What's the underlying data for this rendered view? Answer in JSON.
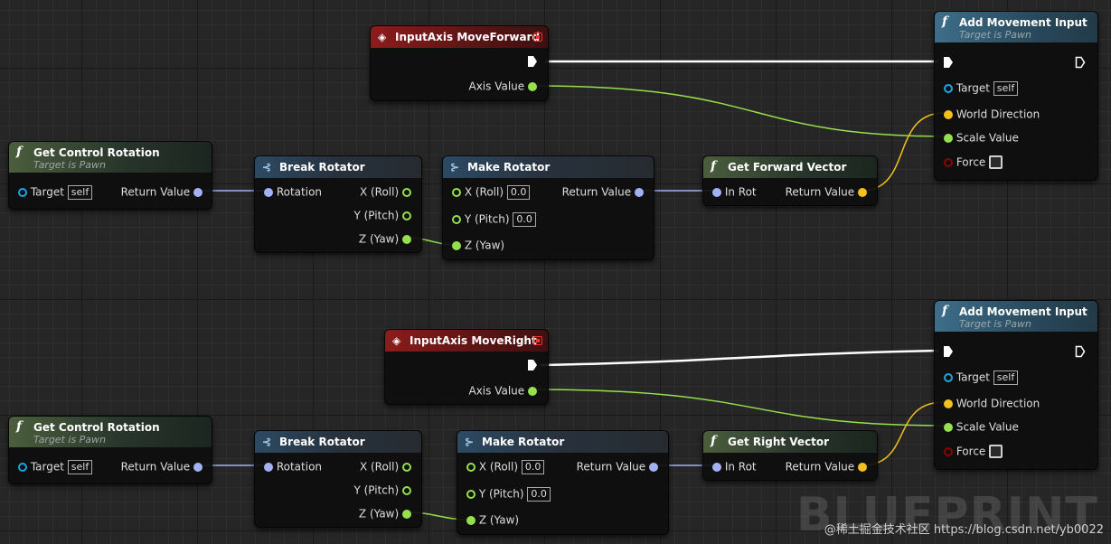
{
  "graph": {
    "watermark": "BLUEPRINT",
    "credit": "@稀土掘金技术社区 https://blog.csdn.net/yb0022"
  },
  "colors": {
    "float_pin": "#95e04c",
    "rotator_pin": "#a3b2f5",
    "vector_pin": "#f5c01b",
    "object_pin": "#1aa7e0",
    "bool_pin": "#8c0000",
    "exec_pin": "#ffffff"
  },
  "nodes": {
    "input_forward": {
      "title": "InputAxis MoveForward",
      "axis_value": "Axis Value"
    },
    "input_right": {
      "title": "InputAxis MoveRight",
      "axis_value": "Axis Value"
    },
    "add_move_1": {
      "title": "Add Movement Input",
      "subtitle": "Target is Pawn",
      "target": "Target",
      "target_value": "self",
      "world_direction": "World Direction",
      "scale_value": "Scale Value",
      "force": "Force"
    },
    "add_move_2": {
      "title": "Add Movement Input",
      "subtitle": "Target is Pawn",
      "target": "Target",
      "target_value": "self",
      "world_direction": "World Direction",
      "scale_value": "Scale Value",
      "force": "Force"
    },
    "get_ctrl_1": {
      "title": "Get Control Rotation",
      "subtitle": "Target is Pawn",
      "target": "Target",
      "target_value": "self",
      "return_value": "Return Value"
    },
    "get_ctrl_2": {
      "title": "Get Control Rotation",
      "subtitle": "Target is Pawn",
      "target": "Target",
      "target_value": "self",
      "return_value": "Return Value"
    },
    "break_rot_1": {
      "title": "Break Rotator",
      "rotation": "Rotation",
      "x": "X (Roll)",
      "y": "Y (Pitch)",
      "z": "Z (Yaw)"
    },
    "break_rot_2": {
      "title": "Break Rotator",
      "rotation": "Rotation",
      "x": "X (Roll)",
      "y": "Y (Pitch)",
      "z": "Z (Yaw)"
    },
    "make_rot_1": {
      "title": "Make Rotator",
      "x": "X (Roll)",
      "x_value": "0.0",
      "y": "Y (Pitch)",
      "y_value": "0.0",
      "z": "Z (Yaw)",
      "return_value": "Return Value"
    },
    "make_rot_2": {
      "title": "Make Rotator",
      "x": "X (Roll)",
      "x_value": "0.0",
      "y": "Y (Pitch)",
      "y_value": "0.0",
      "z": "Z (Yaw)",
      "return_value": "Return Value"
    },
    "get_fwd": {
      "title": "Get Forward Vector",
      "in_rot": "In Rot",
      "return_value": "Return Value"
    },
    "get_right": {
      "title": "Get Right Vector",
      "in_rot": "In Rot",
      "return_value": "Return Value"
    }
  }
}
